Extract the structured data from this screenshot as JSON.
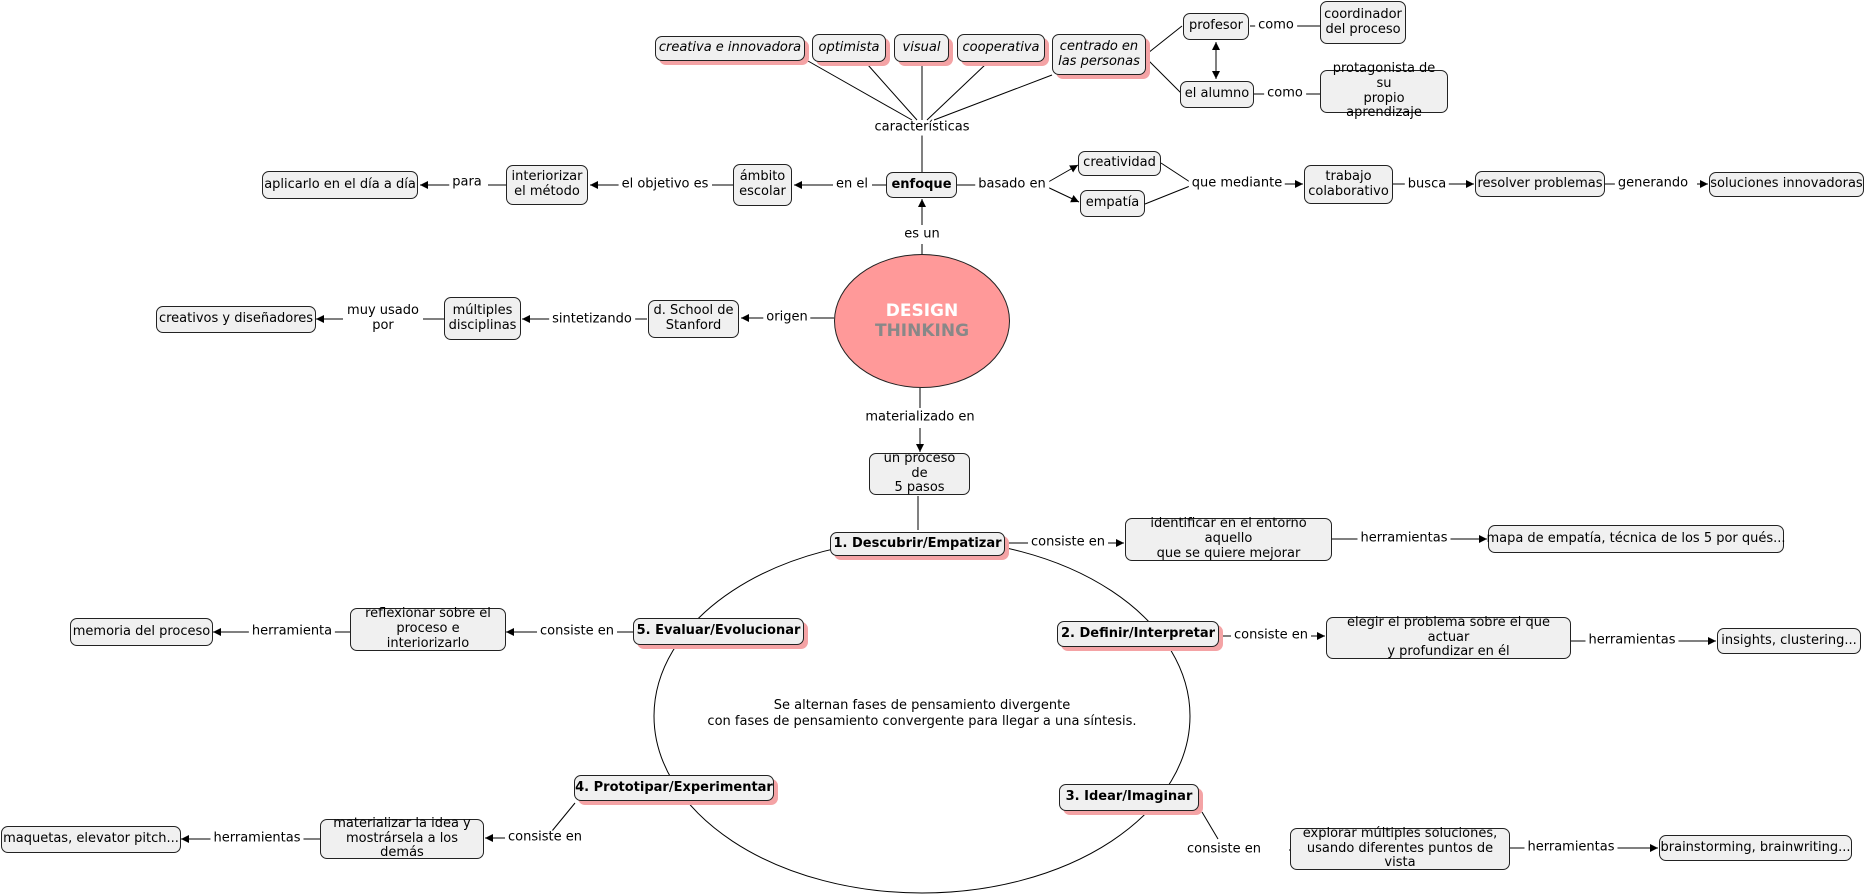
{
  "center": {
    "line1": "DESIGN",
    "line2": "THINKING"
  },
  "nodes": {
    "creativa": "creativa e innovadora",
    "optimista": "optimista",
    "visual": "visual",
    "cooperativa": "cooperativa",
    "centrado": "centrado en\nlas personas",
    "profesor": "profesor",
    "alumno": "el alumno",
    "coordinador": "coordinador\ndel proceso",
    "protagonista": "protagonista de su\npropio aprendizaje",
    "enfoque": "enfoque",
    "ambito": "ámbito\nescolar",
    "interiorizar": "interiorizar\nel método",
    "aplicarlo": "aplicarlo en el día a día",
    "creatividad": "creatividad",
    "empatia": "empatía",
    "trabajo": "trabajo\ncolaborativo",
    "resolver": "resolver problemas",
    "soluciones": "soluciones innovadoras",
    "school": "d. School de\nStanford",
    "multiples": "múltiples\ndisciplinas",
    "creativos": "creativos y diseñadores",
    "proceso": "un proceso de\n5 pasos",
    "paso1": "1. Descubrir/Empatizar",
    "identificar": "identificar en el entorno aquello\nque se quiere mejorar",
    "mapa": "mapa de empatía, técnica de los 5 por qués...",
    "paso2": "2. Definir/Interpretar",
    "elegir": "elegir el problema sobre el que actuar\ny profundizar en él",
    "insights": "insights, clustering...",
    "paso3": "3. Idear/Imaginar",
    "explorar": "explorar múltiples soluciones,\nusando diferentes puntos de vista",
    "brainstorming": "brainstorming, brainwriting...",
    "paso4": "4. Prototipar/Experimentar",
    "materializar": "materializar la idea y\nmostrársela a los demás",
    "maquetas": "maquetas, elevator pitch...",
    "paso5": "5. Evaluar/Evolucionar",
    "reflexionar": "reflexionar sobre el\nproceso e interiorizarlo",
    "memoria": "memoria del proceso"
  },
  "labels": {
    "caracteristicas": "características",
    "como1": "como",
    "como2": "como",
    "en_el": "en el",
    "objetivo": "el objetivo es",
    "para": "para",
    "basado": "basado en",
    "mediante": "que mediante",
    "busca": "busca",
    "generando": "generando",
    "es_un": "es un",
    "origen": "origen",
    "sintetizando": "sintetizando",
    "muy_usado": "muy usado\npor",
    "materializado": "materializado en",
    "consiste1": "consiste en",
    "herramientas1": "herramientas",
    "consiste2": "consiste en",
    "herramientas2": "herramientas",
    "consiste3": "consiste en",
    "herramientas3": "herramientas",
    "consiste4": "consiste en",
    "herramientas4": "herramientas",
    "consiste5": "consiste en",
    "herramienta5": "herramienta"
  },
  "note": "Se alternan fases de pensamiento divergente\ncon fases de pensamiento convergente para llegar a una síntesis."
}
